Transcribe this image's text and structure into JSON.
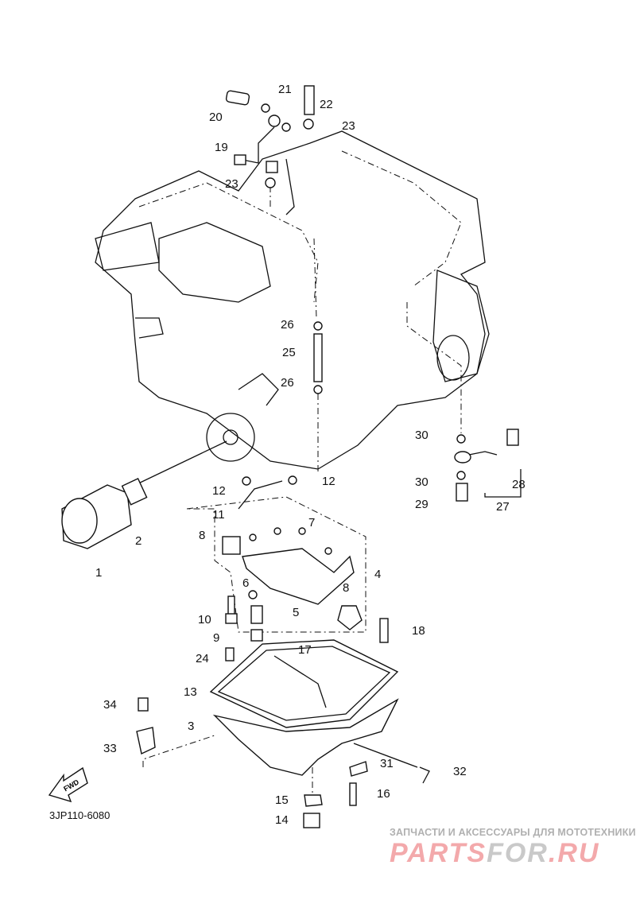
{
  "diagram": {
    "callouts": [
      "20",
      "21",
      "22",
      "23",
      "19",
      "23",
      "26",
      "25",
      "26",
      "30",
      "30",
      "29",
      "28",
      "27",
      "12",
      "12",
      "11",
      "7",
      "2",
      "1",
      "8",
      "4",
      "6",
      "8",
      "5",
      "10",
      "18",
      "9",
      "24",
      "17",
      "13",
      "34",
      "3",
      "33",
      "31",
      "32",
      "15",
      "16",
      "14"
    ],
    "fwd_label": "FWD",
    "diagram_code": "3JP110-6080"
  },
  "watermark": {
    "subtitle": "ЗАПЧАСТИ И АКСЕССУАРЫ ДЛЯ МОТОТЕХНИКИ",
    "logo_part1": "PARTS",
    "logo_part2": "FOR",
    "logo_part3": ".RU",
    "colors": {
      "logo_red": "#f3a9ab",
      "logo_gray": "#c9c9c9"
    }
  }
}
